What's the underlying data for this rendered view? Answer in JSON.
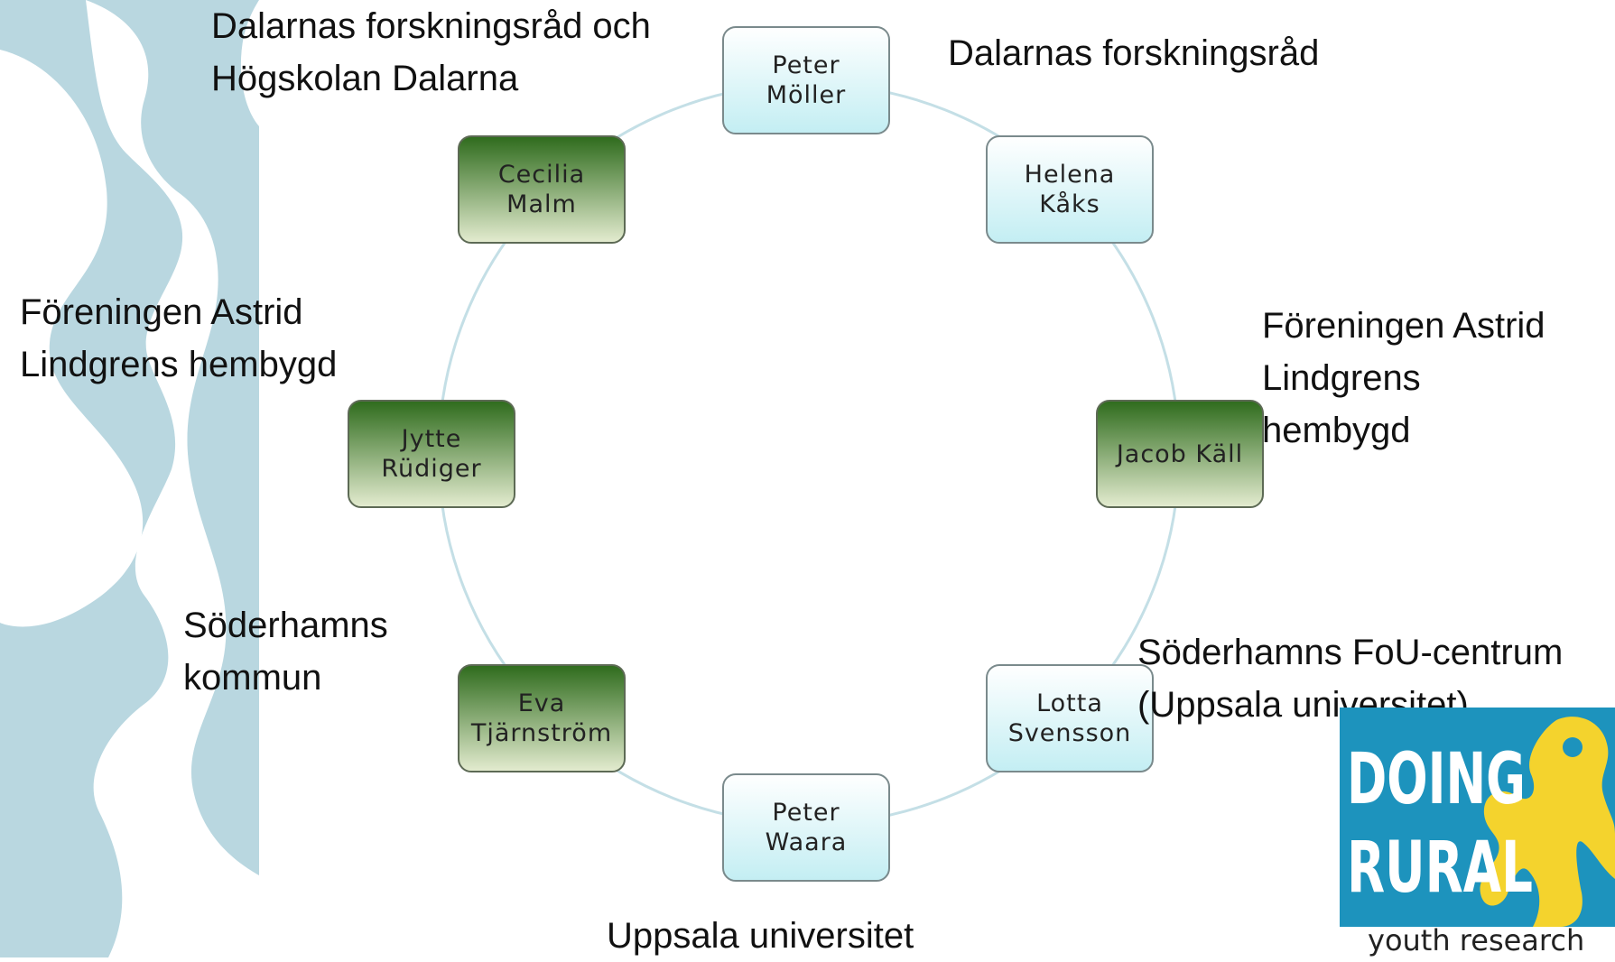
{
  "colors": {
    "background_band": "#b9d7e0",
    "circle_line": "#c4dfe6",
    "node_light_top": "#ffffff",
    "node_light_bottom": "#c3eef3",
    "node_dark_top": "#2e6b1c",
    "node_dark_bottom": "#e4ecd0",
    "logo_blue": "#1d93bd",
    "logo_yellow": "#f4d32d"
  },
  "nodes": [
    {
      "id": "peter-moller",
      "lines": [
        "Peter",
        "Möller"
      ],
      "style": "light"
    },
    {
      "id": "helena-kaks",
      "lines": [
        "Helena",
        "Kåks"
      ],
      "style": "light"
    },
    {
      "id": "jacob-kall",
      "lines": [
        "Jacob Käll"
      ],
      "style": "dark"
    },
    {
      "id": "lotta-svensson",
      "lines": [
        "Lotta",
        "Svensson"
      ],
      "style": "light"
    },
    {
      "id": "peter-waara",
      "lines": [
        "Peter",
        "Waara"
      ],
      "style": "light"
    },
    {
      "id": "eva-tjarnstrom",
      "lines": [
        "Eva",
        "Tjärnström"
      ],
      "style": "dark"
    },
    {
      "id": "jytte-rudiger",
      "lines": [
        "Jytte",
        "Rüdiger"
      ],
      "style": "dark"
    },
    {
      "id": "cecilia-malm",
      "lines": [
        "Cecilia",
        "Malm"
      ],
      "style": "dark"
    }
  ],
  "labels": {
    "dalarnas_och_hogskolan": [
      "Dalarnas forskningsråd och",
      "Högskolan Dalarna"
    ],
    "dalarnas_forskningsrad": [
      "Dalarnas forskningsråd"
    ],
    "foreningen_left": [
      "Föreningen Astrid",
      "Lindgrens hembygd"
    ],
    "foreningen_right": [
      "Föreningen Astrid",
      "Lindgrens",
      "hembygd"
    ],
    "soderhamns_kommun": [
      "Söderhamns",
      "kommun"
    ],
    "soderhamns_fou": [
      "Söderhamns FoU-centrum",
      "(Uppsala universitet)"
    ],
    "uppsala": [
      "Uppsala universitet"
    ]
  },
  "logo": {
    "line1": "DOING",
    "line2": "RURAL",
    "tagline": "youth research"
  }
}
